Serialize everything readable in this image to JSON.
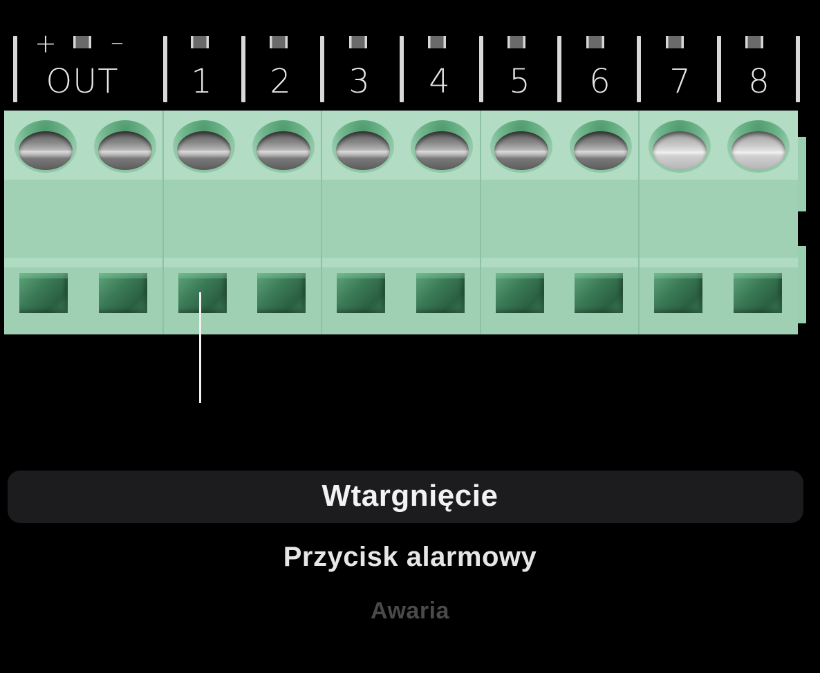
{
  "header": {
    "output_label": "OUT",
    "output_plus": "+",
    "output_minus": "–",
    "pins": [
      "1",
      "2",
      "3",
      "4",
      "5",
      "6",
      "7",
      "8"
    ]
  },
  "terminal_block": {
    "color": "#a3d3b7",
    "terminal_count": 10,
    "selected_terminal": "1"
  },
  "picker": {
    "selected": "Wtargnięcie",
    "options": [
      "Wtargnięcie",
      "Przycisk alarmowy",
      "Awaria"
    ]
  },
  "colors": {
    "background": "#000000",
    "picker_highlight": "#1c1c1e",
    "text_primary": "#f2f2f2",
    "text_faded": "#4a4a4a"
  }
}
